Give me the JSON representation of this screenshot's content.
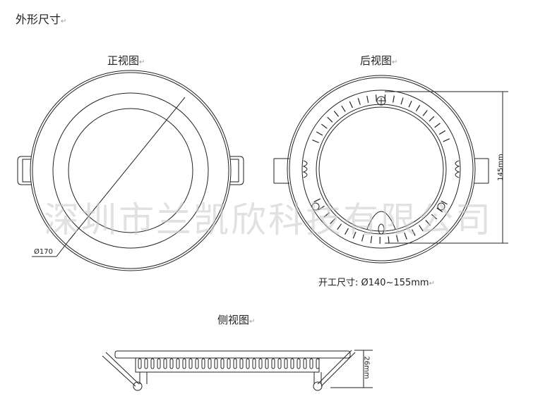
{
  "title": "外形尺寸",
  "views": {
    "front": "正视图",
    "back": "后视图",
    "side": "侧视图"
  },
  "dimensions": {
    "diameter": "Ø170",
    "height_back": "145mm",
    "cutout": "开工尺寸: Ø140~155mm",
    "side_height": "26mm"
  },
  "watermark": "深圳市兰凯欣科技有限公司",
  "return_mark": "↵"
}
